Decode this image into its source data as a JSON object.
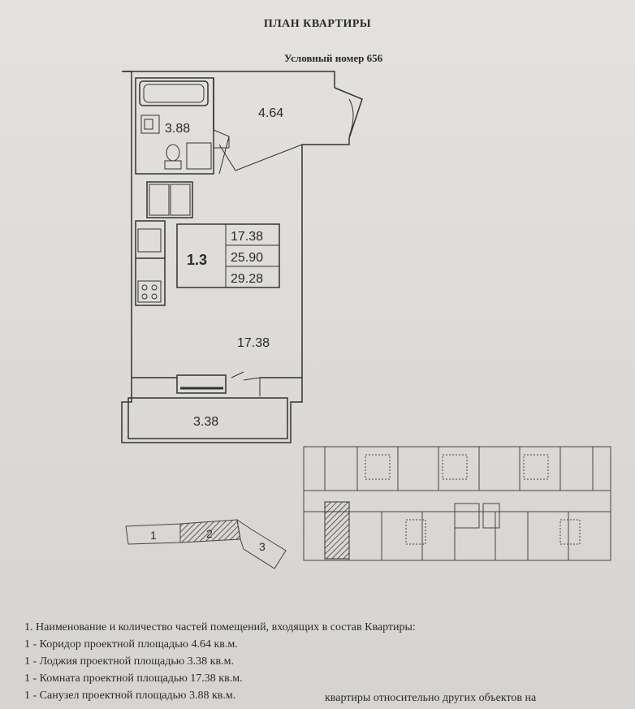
{
  "header": {
    "title": "ПЛАН КВАРТИРЫ",
    "conditional_number": "Условный номер 656"
  },
  "plan": {
    "rooms": {
      "corridor_area": "4.64",
      "bathroom_area": "3.88",
      "room_area": "17.38",
      "loggia_area": "3.38"
    },
    "summary": {
      "rooms_count": "1.3",
      "living_area": "17.38",
      "total_area": "25.90",
      "total_with_loggia": "29.28"
    }
  },
  "site": {
    "section_1": "1",
    "section_2": "2",
    "section_3": "3"
  },
  "legend": {
    "heading": "1. Наименование и количество частей помещений, входящих в состав Квартиры:",
    "items": [
      "1 - Коридор проектной площадью 4.64 кв.м.",
      "1 - Лоджия проектной площадью 3.38 кв.м.",
      "1 - Комната проектной площадью 17.38 кв.м.",
      "1 - Санузел проектной площадью 3.88 кв.м."
    ],
    "cut_off_text": "квартиры относительно других объектов на"
  }
}
